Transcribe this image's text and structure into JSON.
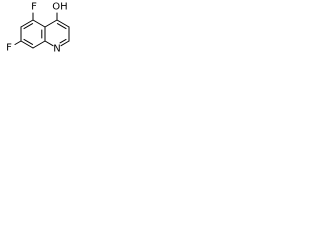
{
  "molecule": {
    "atoms": {
      "fluorine_top": "F",
      "fluorine_left": "F",
      "hydroxyl": "OH",
      "ring_nitrogen": "N"
    }
  }
}
